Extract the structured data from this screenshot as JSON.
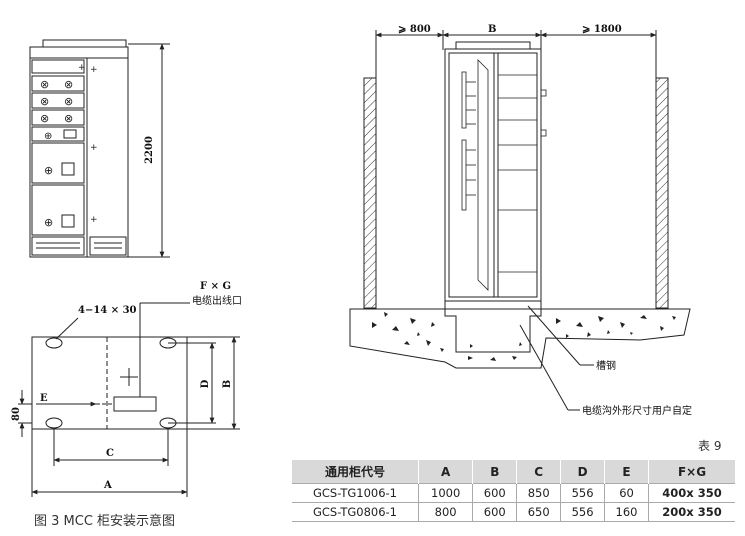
{
  "front_view": {
    "height_label": "2200"
  },
  "plan_view": {
    "hole_label": "4−14 × 30",
    "outlet_title": "F × G",
    "outlet_label": "电缆出线口",
    "dim_A": "A",
    "dim_B": "B",
    "dim_C": "C",
    "dim_D": "D",
    "dim_E": "E",
    "dim_80": "80"
  },
  "figure_caption": "图 3 MCC 柜安装示意图",
  "side_view": {
    "left_clearance": "⩾ 800",
    "width_label": "B",
    "right_clearance": "⩾ 1800",
    "channel_label": "槽钢",
    "trench_label": "电缆沟外形尺寸用户自定"
  },
  "table": {
    "number": "表 9",
    "headers": [
      "通用柜代号",
      "A",
      "B",
      "C",
      "D",
      "E",
      "F×G"
    ],
    "rows": [
      [
        "GCS-TG1006-1",
        "1000",
        "600",
        "850",
        "556",
        "60",
        "400x 350"
      ],
      [
        "GCS-TG0806-1",
        "800",
        "600",
        "650",
        "556",
        "160",
        "200x 350"
      ]
    ]
  }
}
